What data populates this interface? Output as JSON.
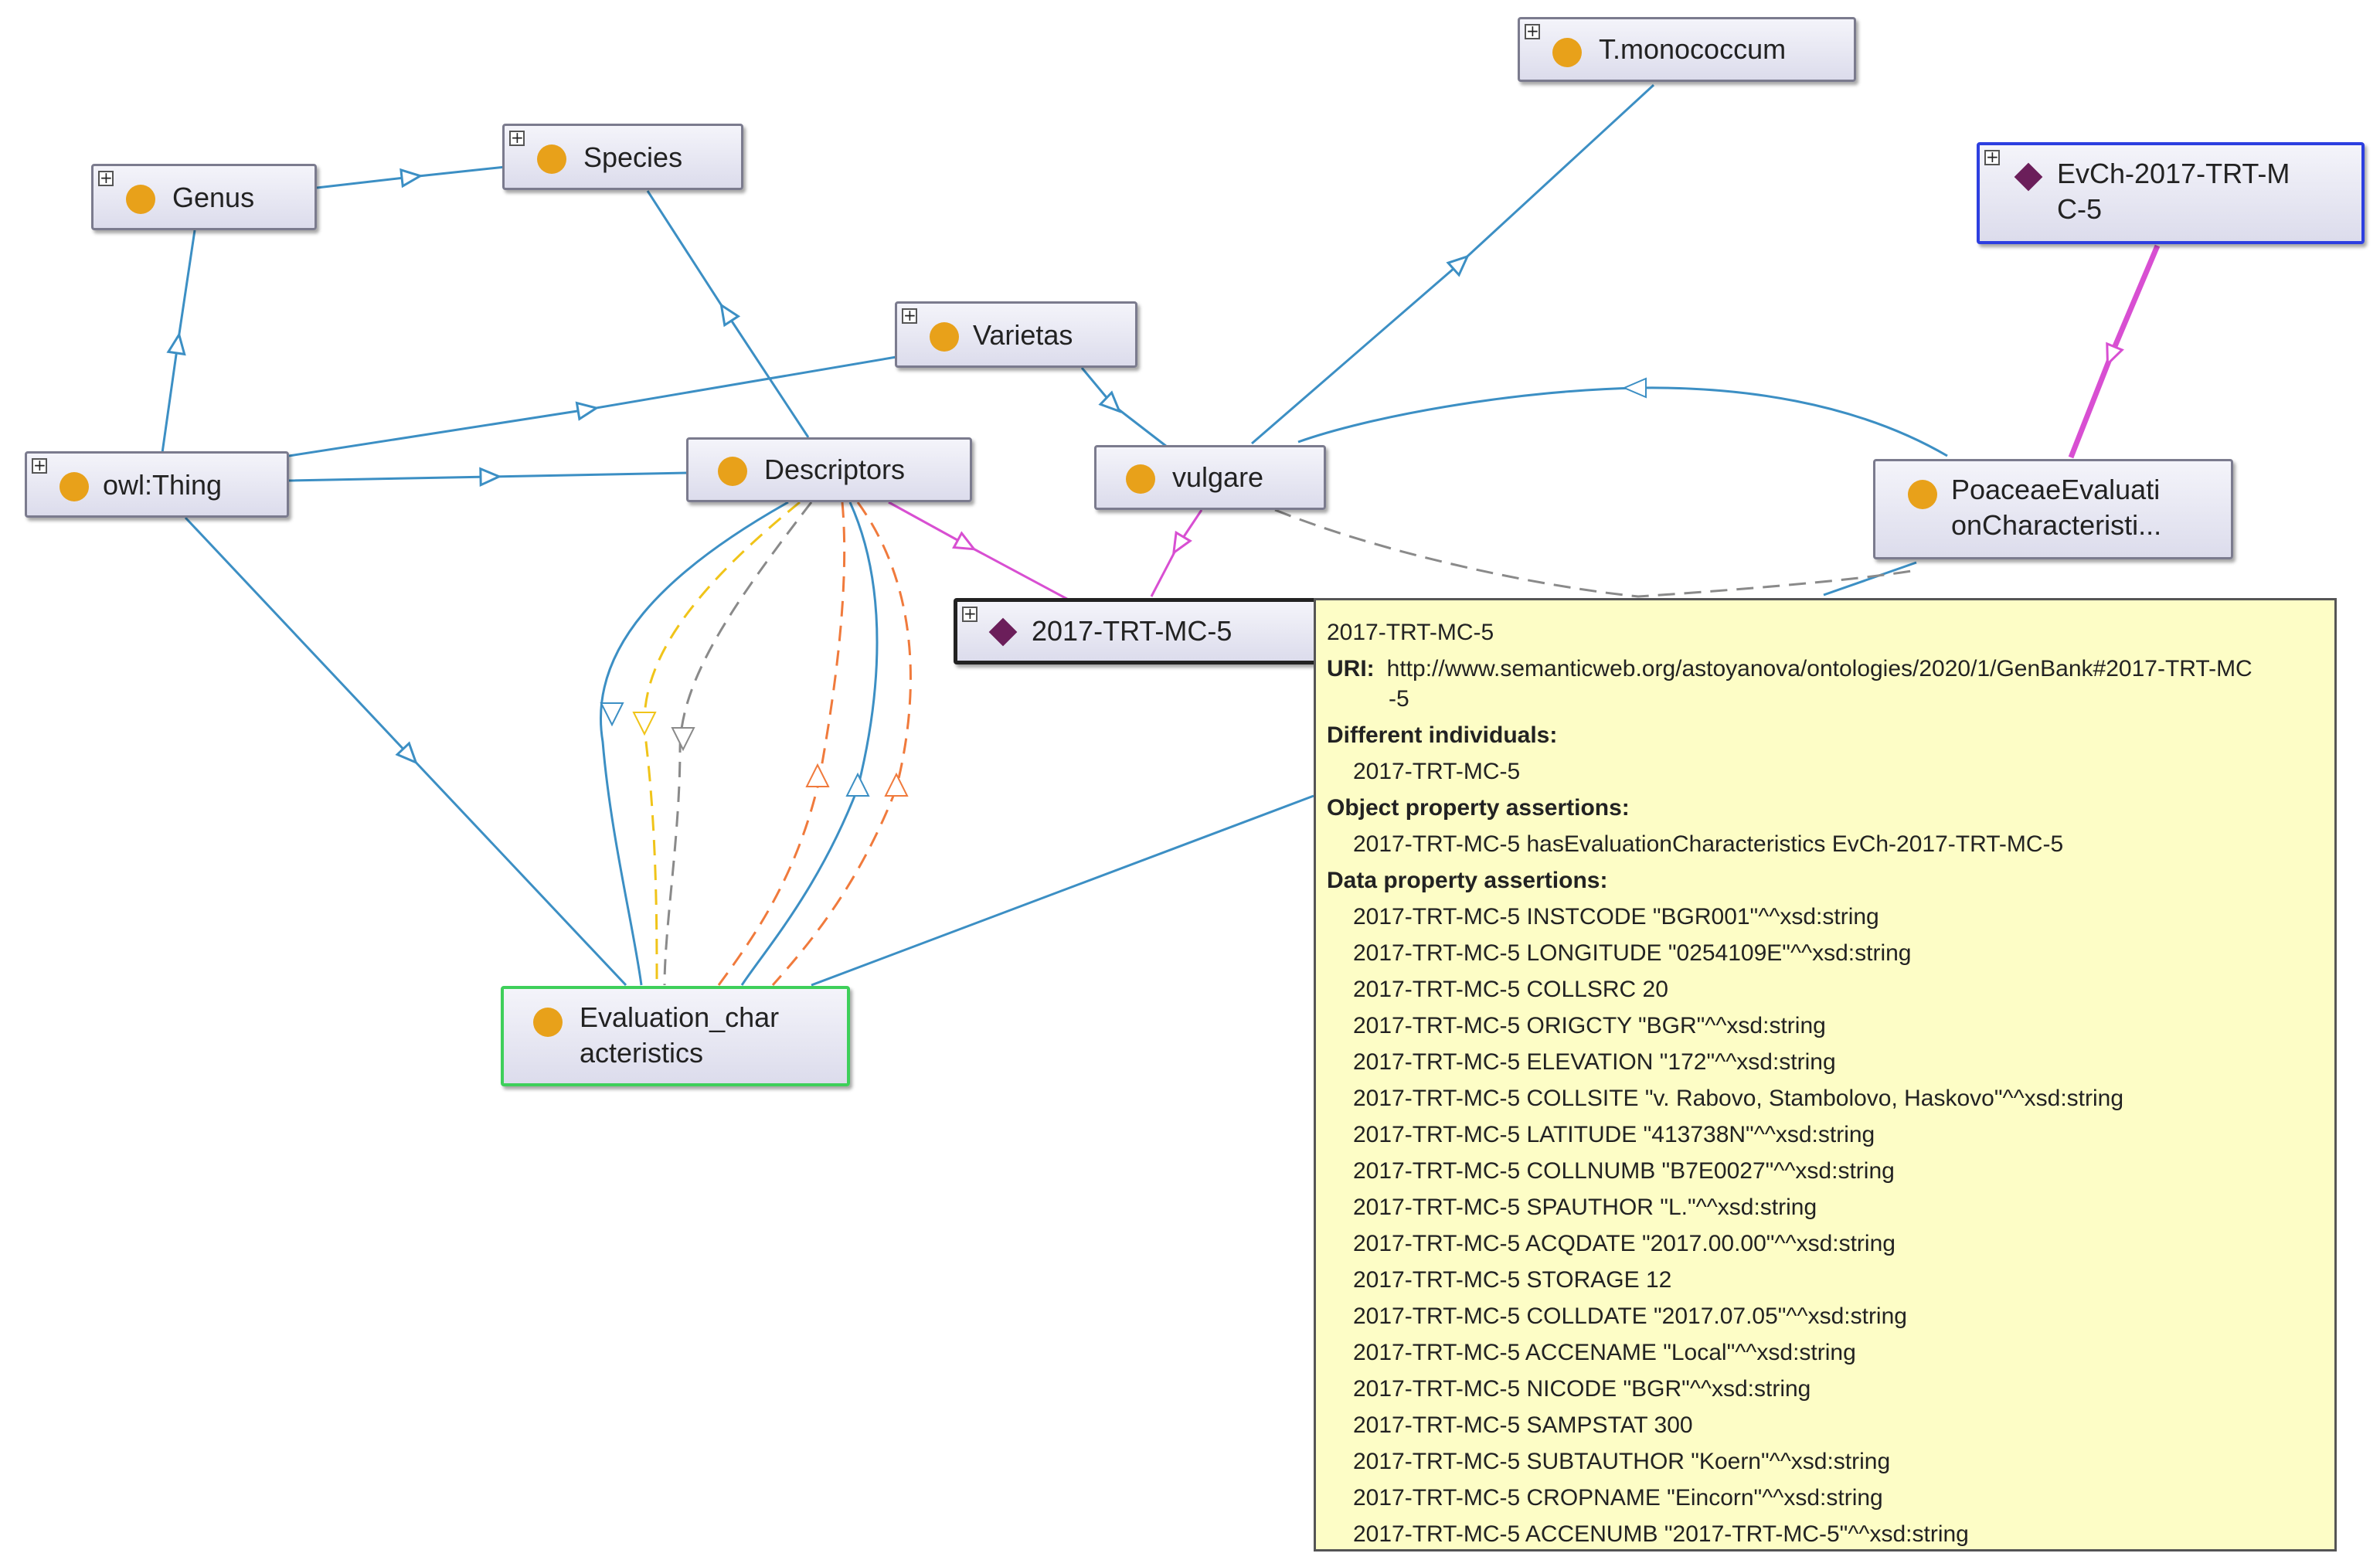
{
  "nodes": {
    "genus": "Genus",
    "species": "Species",
    "t_monococcum": "T.monococcum",
    "evch": [
      "EvCh-2017-TRT-M",
      "C-5"
    ],
    "varietas": "Varietas",
    "owl_thing": "owl:Thing",
    "descriptors": "Descriptors",
    "vulgare": "vulgare",
    "poaceae": [
      "PoaceaeEvaluati",
      "onCharacteristi..."
    ],
    "individual": "2017-TRT-MC-5",
    "evaluation": [
      "Evaluation_char",
      "acteristics"
    ]
  },
  "tooltip": {
    "title": "2017-TRT-MC-5",
    "uri_label": "URI:",
    "uri_line1": "http://www.semanticweb.org/astoyanova/ontologies/2020/1/GenBank#2017-TRT-MC",
    "uri_line2": "-5",
    "different_heading": "Different individuals:",
    "different_items": [
      "2017-TRT-MC-5"
    ],
    "object_heading": "Object property assertions:",
    "object_items": [
      "2017-TRT-MC-5 hasEvaluationCharacteristics EvCh-2017-TRT-MC-5"
    ],
    "data_heading": "Data property assertions:",
    "data_items": [
      "2017-TRT-MC-5 INSTCODE \"BGR001\"^^xsd:string",
      "2017-TRT-MC-5 LONGITUDE \"0254109E\"^^xsd:string",
      "2017-TRT-MC-5 COLLSRC 20",
      "2017-TRT-MC-5 ORIGCTY \"BGR\"^^xsd:string",
      "2017-TRT-MC-5 ELEVATION \"172\"^^xsd:string",
      "2017-TRT-MC-5 COLLSITE \"v. Rabovo, Stambolovo, Haskovo\"^^xsd:string",
      "2017-TRT-MC-5 LATITUDE \"413738N\"^^xsd:string",
      "2017-TRT-MC-5 COLLNUMB \"B7E0027\"^^xsd:string",
      "2017-TRT-MC-5 SPAUTHOR \"L.\"^^xsd:string",
      "2017-TRT-MC-5 ACQDATE \"2017.00.00\"^^xsd:string",
      "2017-TRT-MC-5 STORAGE 12",
      "2017-TRT-MC-5 COLLDATE \"2017.07.05\"^^xsd:string",
      "2017-TRT-MC-5 ACCENAME \"Local\"^^xsd:string",
      "2017-TRT-MC-5 NICODE \"BGR\"^^xsd:string",
      "2017-TRT-MC-5 SAMPSTAT 300",
      "2017-TRT-MC-5 SUBTAUTHOR \"Koern\"^^xsd:string",
      "2017-TRT-MC-5 CROPNAME \"Eincorn\"^^xsd:string",
      "2017-TRT-MC-5 ACCENUMB \"2017-TRT-MC-5\"^^xsd:string"
    ]
  },
  "colors": {
    "subclass_edge": "#3c8fc4",
    "individual_edge": "#d84fd2",
    "class_dot": "#e8a11a",
    "individual_diamond": "#6b1e5a"
  }
}
